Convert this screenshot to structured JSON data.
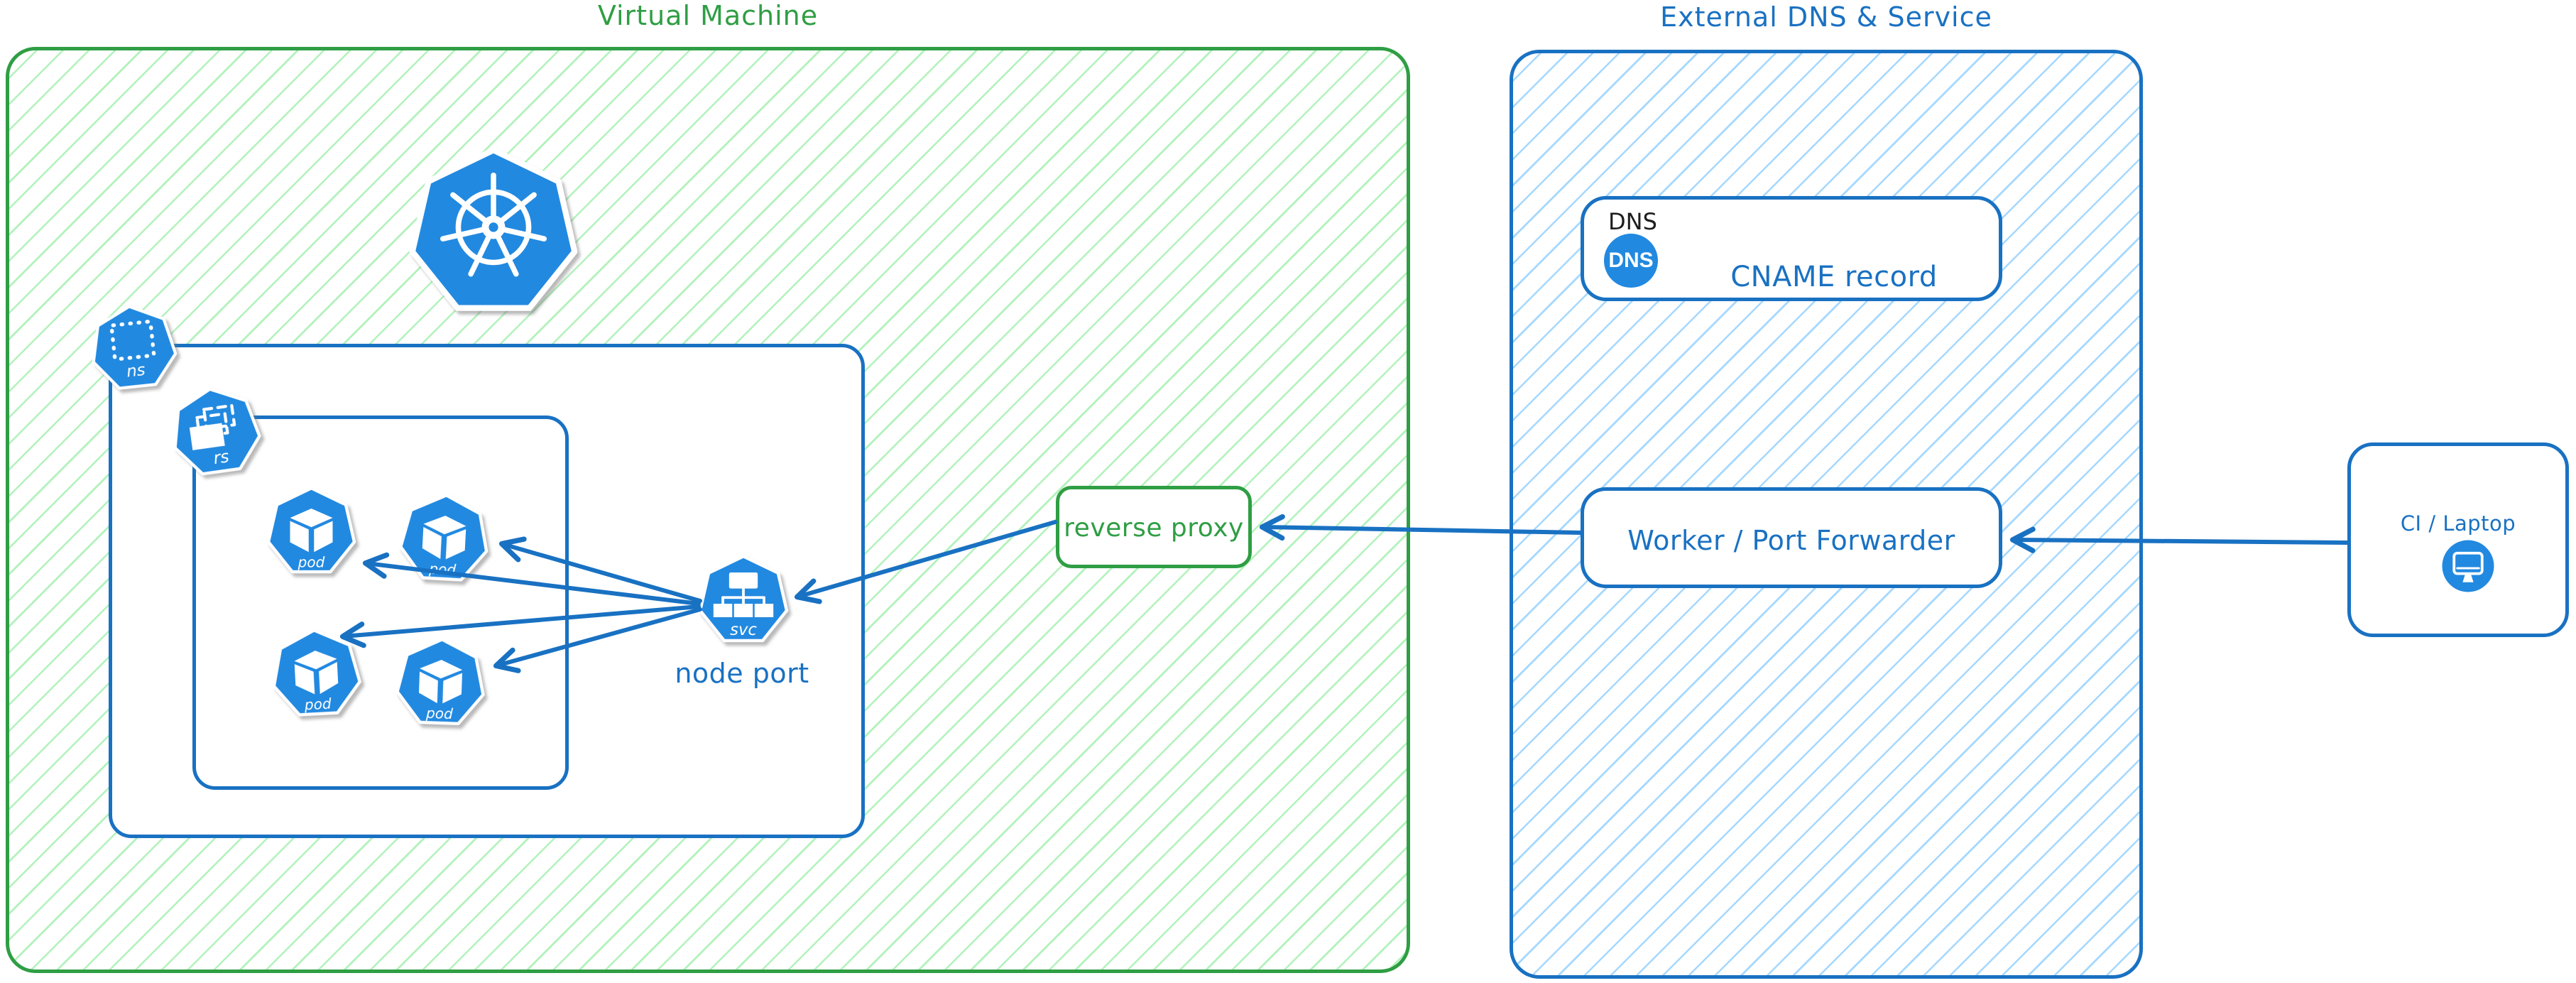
{
  "colors": {
    "green_stroke": "#2f9e44",
    "green_hatch": "#b2f2bb",
    "blue_stroke": "#1971c2",
    "blue_hatch": "#a5d8ff",
    "icon_blue": "#2289e0",
    "label_black": "#1e1e1e"
  },
  "vm_region": {
    "title": "Virtual Machine"
  },
  "external_region": {
    "title": "External DNS & Service"
  },
  "kubernetes": {
    "namespace_label": "ns",
    "replicaset_label": "rs",
    "pod_label": "pod",
    "service_label": "svc",
    "node_port_label": "node port"
  },
  "reverse_proxy": {
    "label": "reverse proxy"
  },
  "dns_box": {
    "header": "DNS",
    "badge": "DNS",
    "record_label": "CNAME record"
  },
  "worker_box": {
    "label": "Worker / Port Forwarder"
  },
  "ci_box": {
    "label": "CI / Laptop"
  }
}
